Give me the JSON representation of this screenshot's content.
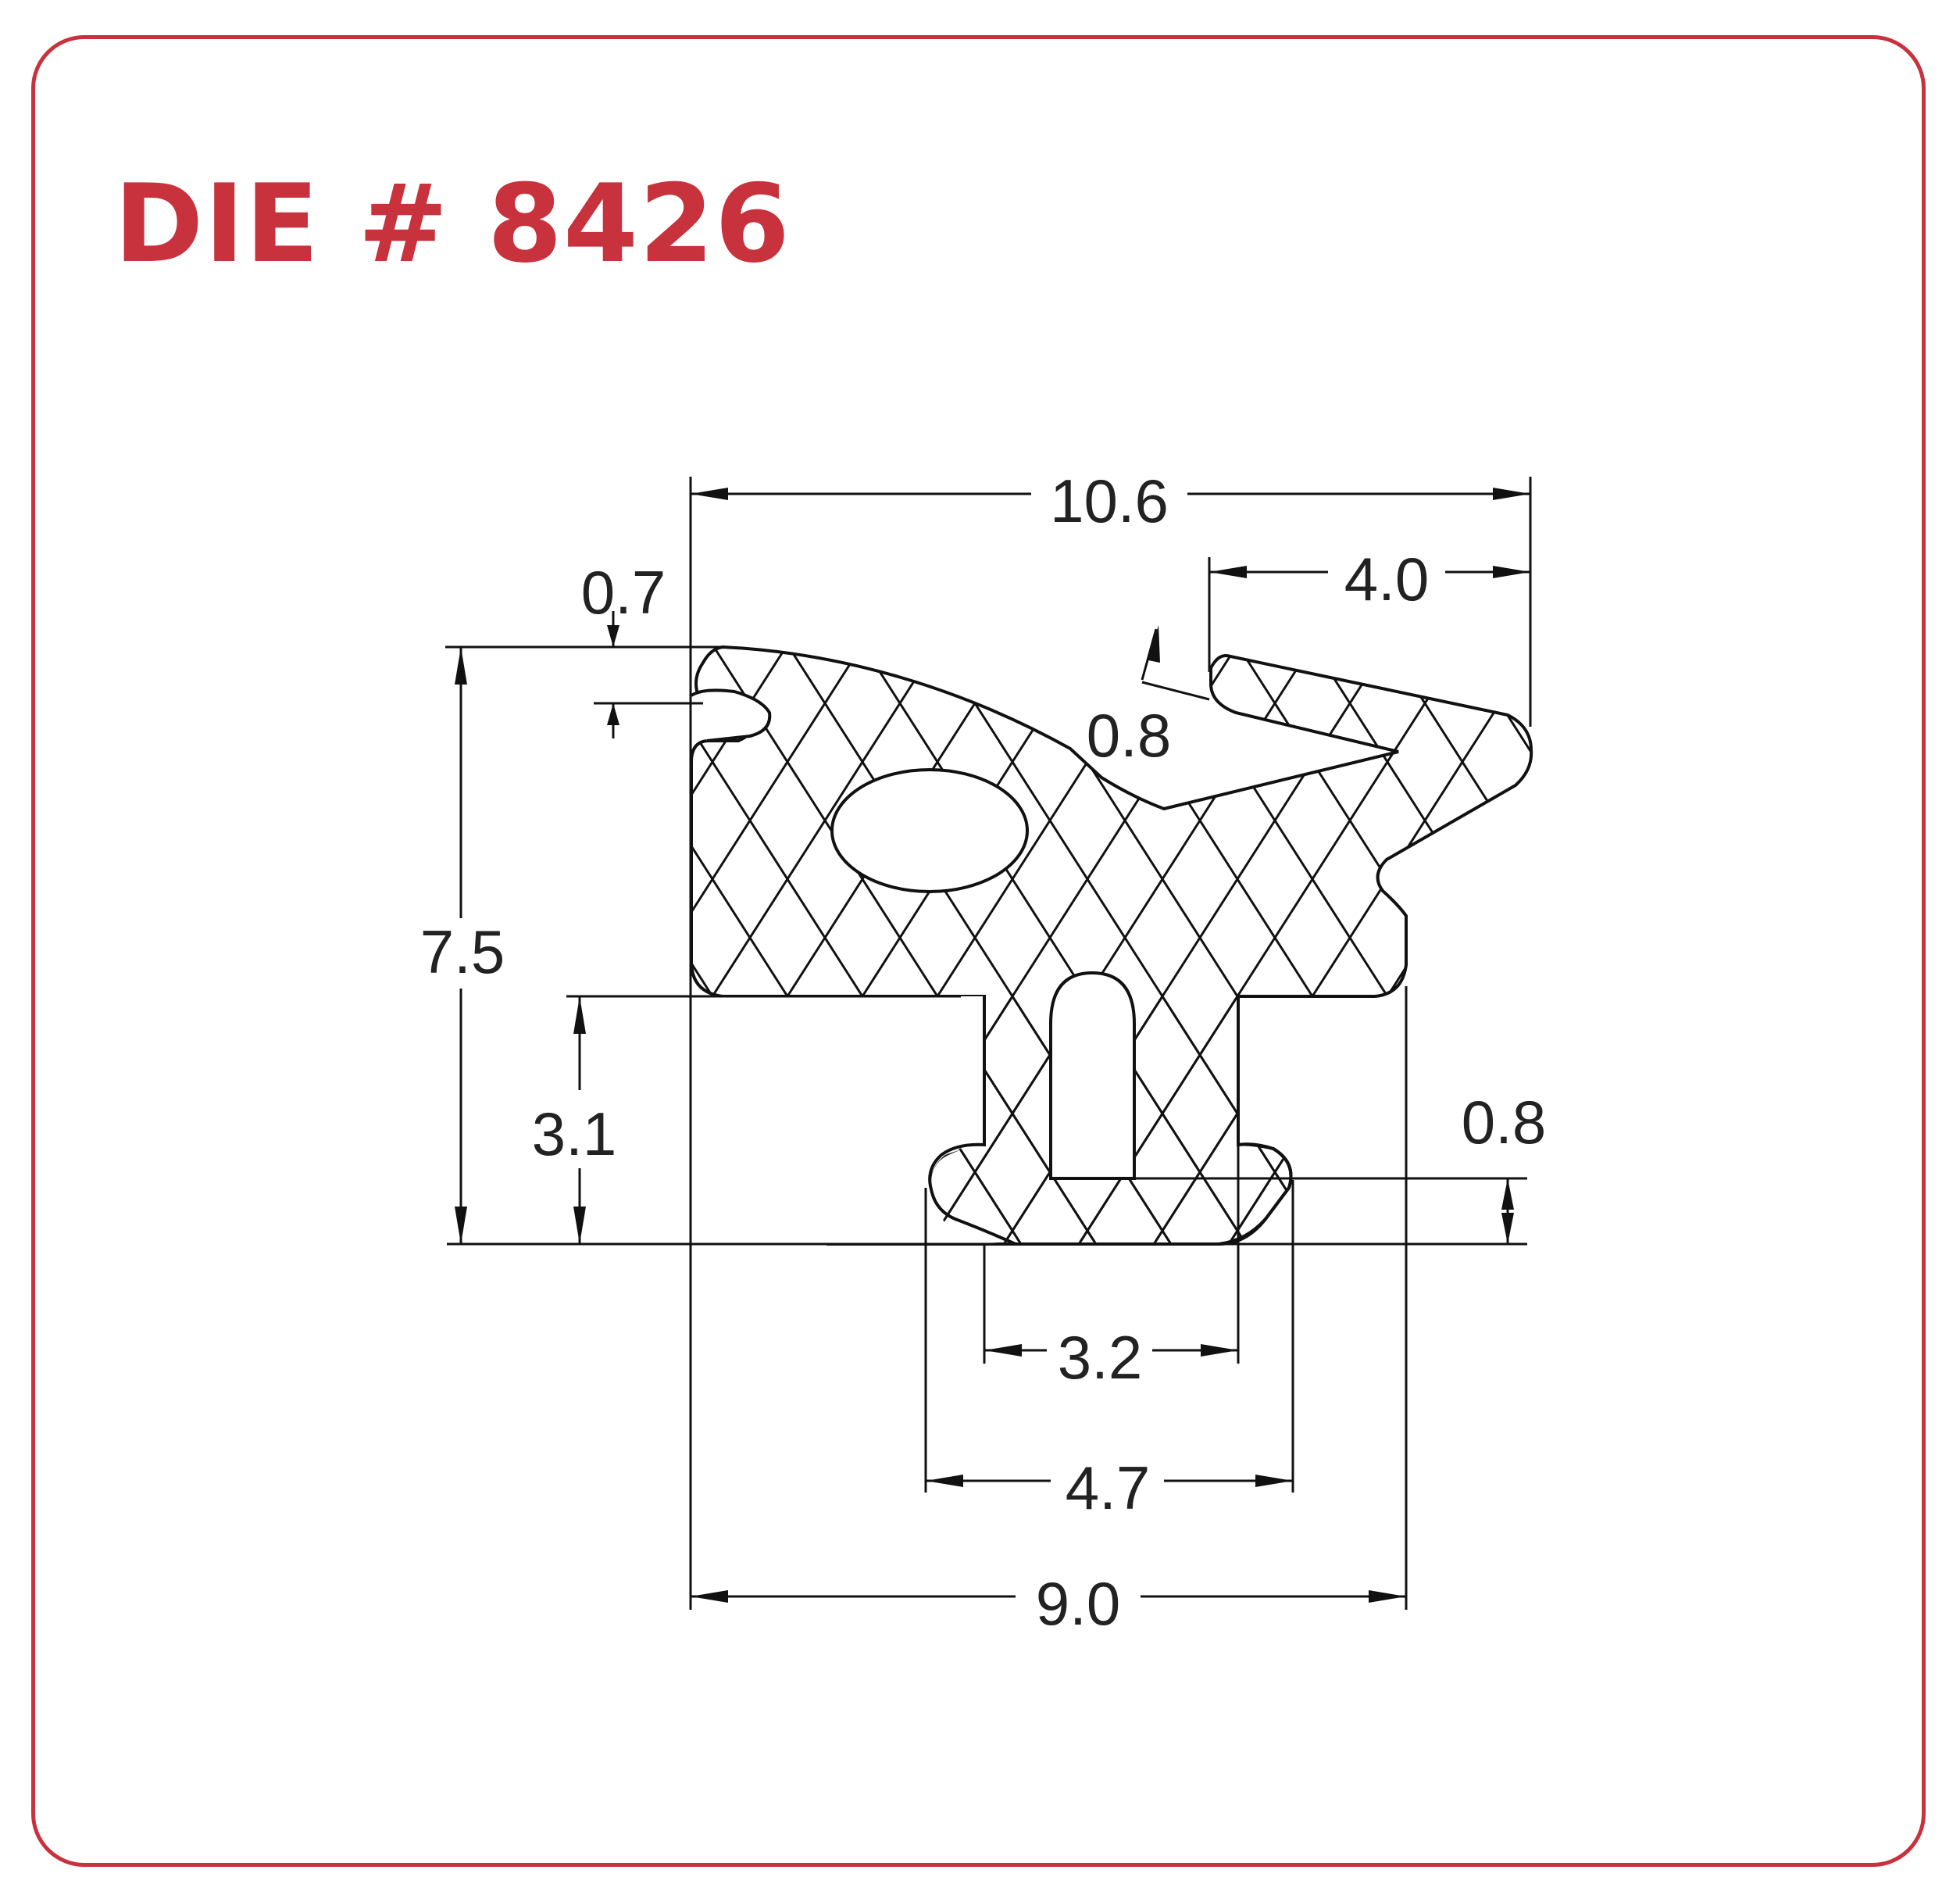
{
  "title": "DIE # 8426",
  "colors": {
    "accent": "#c8323c",
    "line": "#111111",
    "text": "#222222"
  },
  "dimensions": {
    "overall_width_top": "10.6",
    "lip_width": "4.0",
    "top_notch": "0.7",
    "lip_thickness": "0.8",
    "overall_height": "7.5",
    "stem_height": "3.1",
    "foot_thickness": "0.8",
    "stem_width": "3.2",
    "foot_width": "4.7",
    "base_width": "9.0"
  }
}
